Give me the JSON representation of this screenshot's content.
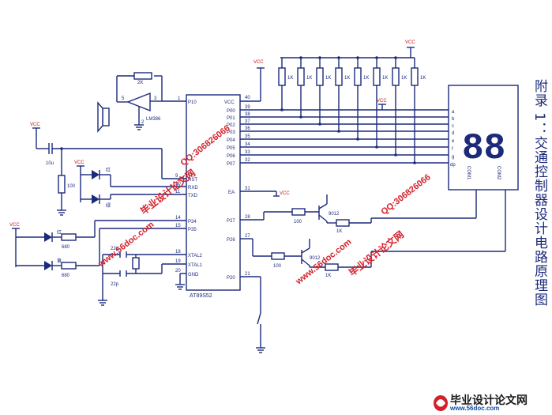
{
  "title": "附录 1：交通控制器设计电路原理图",
  "chip": {
    "name": "AT89S52",
    "pins_left": [
      {
        "num": "1",
        "name": "P10"
      },
      {
        "num": "9",
        "name": "RST"
      },
      {
        "num": "10",
        "name": "RXD"
      },
      {
        "num": "11",
        "name": "TXD"
      },
      {
        "num": "14",
        "name": "P34"
      },
      {
        "num": "15",
        "name": "P35"
      },
      {
        "num": "18",
        "name": "XTAL2"
      },
      {
        "num": "19",
        "name": "XTAL1"
      },
      {
        "num": "20",
        "name": "GND"
      }
    ],
    "pins_right": [
      {
        "num": "40",
        "name": "VCC"
      },
      {
        "num": "39",
        "name": "P00"
      },
      {
        "num": "38",
        "name": "P01"
      },
      {
        "num": "37",
        "name": "P02"
      },
      {
        "num": "36",
        "name": "P03"
      },
      {
        "num": "35",
        "name": "P04"
      },
      {
        "num": "34",
        "name": "P05"
      },
      {
        "num": "33",
        "name": "P06"
      },
      {
        "num": "32",
        "name": "P07"
      },
      {
        "num": "31",
        "name": "EA"
      },
      {
        "num": "28",
        "name": "P27"
      },
      {
        "num": "27",
        "name": "P26"
      },
      {
        "num": "21",
        "name": "P20"
      }
    ]
  },
  "labels": {
    "vcc": "VCC",
    "r_2k": "2K",
    "speaker_chip": "LM386",
    "pin5": "5",
    "pin2": "2",
    "pin3": "3",
    "cap_10u": "10u",
    "r_100": "100",
    "r_680a": "680",
    "r_680b": "680",
    "cap_22p_a": "22p",
    "cap_22p_b": "22p",
    "r_1k": "1K",
    "r_100a": "100",
    "r_100b": "100",
    "r_1k_a": "1K",
    "r_1k_b": "1K",
    "q1": "9012",
    "q2": "9012",
    "led_red": "红",
    "led_green": "绿",
    "led_yellow": "黄",
    "seg_pins": [
      "a",
      "b",
      "c",
      "d",
      "e",
      "f",
      "g",
      "dp"
    ],
    "seg_com1": "COM1",
    "seg_com2": "COM2",
    "seg_digits": "88"
  },
  "watermarks": {
    "brand": "毕业设计论文网",
    "url": "www.56doc.com",
    "qq": "QQ:306826066"
  },
  "footer": {
    "brand": "毕业设计论文网",
    "url": "www.56doc.com"
  },
  "colors": {
    "wire": "#1c2a7a",
    "watermark": "#d4202a"
  }
}
